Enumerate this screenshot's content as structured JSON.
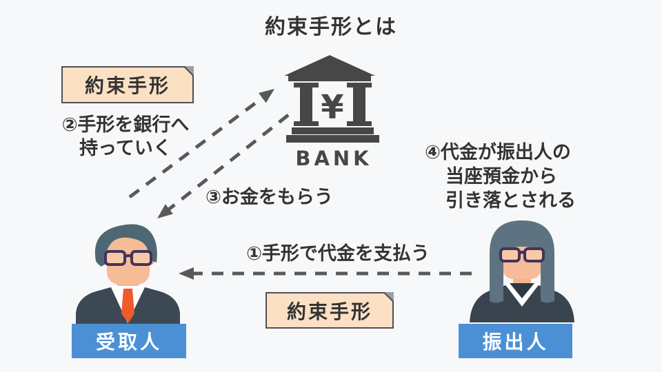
{
  "title": "約束手形とは",
  "notes": {
    "top": "約束手形",
    "middle": "約束手形"
  },
  "bank": {
    "label": "BANK",
    "currency": "¥"
  },
  "steps": {
    "pay": "①手形で代金を支払う",
    "bring": [
      "②手形を銀行へ",
      "持っていく"
    ],
    "receive": "③お金をもらう",
    "withdraw": [
      "④代金が振出人の",
      "当座預金から",
      "引き落とされる"
    ]
  },
  "actors": {
    "payee": "受取人",
    "drawer": "振出人"
  },
  "colors": {
    "background": "#f7f8f9",
    "ink": "#333333",
    "note_fill": "#fbe0c3",
    "note_border": "#4e4f52",
    "label_blue": "#4b90d5",
    "arrow_gray": "#58595b",
    "bank_gray": "#474747"
  }
}
